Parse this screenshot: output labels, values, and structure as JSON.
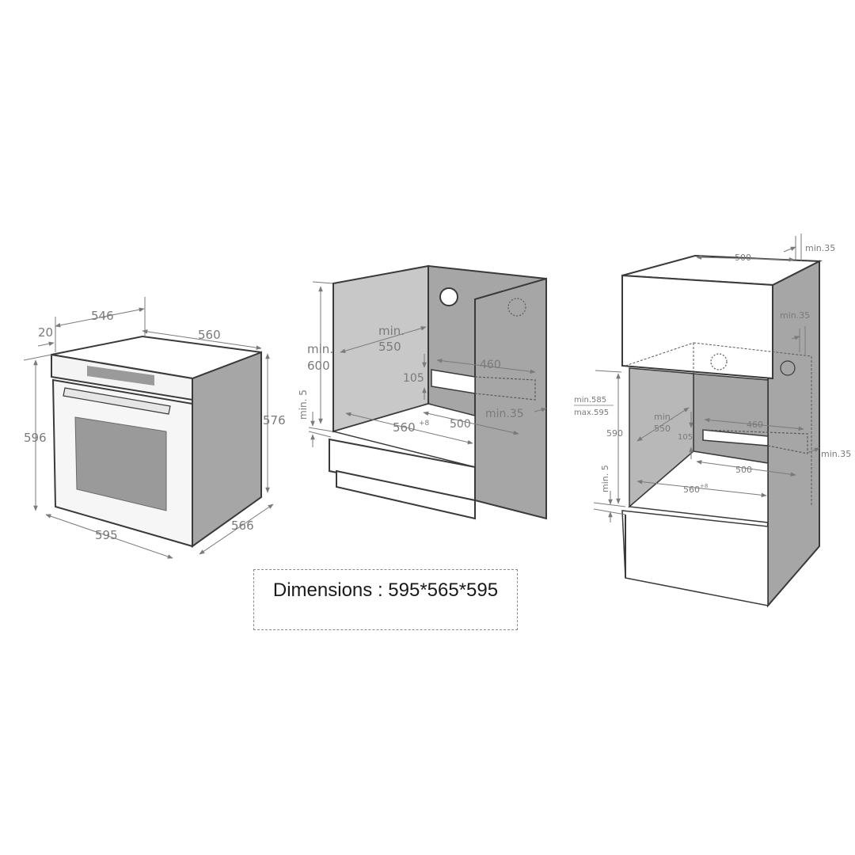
{
  "diagram": {
    "oven": {
      "labels": {
        "width_inner": "546",
        "front_offset": "20",
        "depth_top": "560",
        "height_front": "596",
        "height_side": "576",
        "width_front": "595",
        "depth_bottom": "566"
      }
    },
    "under_counter": {
      "labels": {
        "min_label": "min.",
        "height_600": "600",
        "depth_min_label": "min.",
        "depth_550": "550",
        "vent_height": "105",
        "vent_width": "460",
        "bottom_gap": "min. 5",
        "niche_width": "560",
        "niche_width_tol": "+8",
        "niche_depth": "500",
        "rear_gap": "min.35"
      }
    },
    "column": {
      "labels": {
        "top_depth": "500",
        "top_gap": "min.35",
        "side_gap": "min.35",
        "height_range_min": "min.585",
        "height_range_max": "max.595",
        "height_590": "590",
        "depth_min_label": "min.",
        "depth_550": "550",
        "vent_height": "105",
        "vent_width": "460",
        "rear_gap": "min.35",
        "niche_depth": "500",
        "niche_width": "560",
        "niche_width_tol": "+8",
        "bottom_gap": "min. 5"
      }
    },
    "colors": {
      "outline": "#3a3a3a",
      "panel_dark": "#a6a6a6",
      "panel_light": "#c8c8c8",
      "window": "#9a9a9a",
      "dimension": "#7a7a7a"
    }
  },
  "caption": {
    "text": "Dimensions : 595*565*595"
  }
}
